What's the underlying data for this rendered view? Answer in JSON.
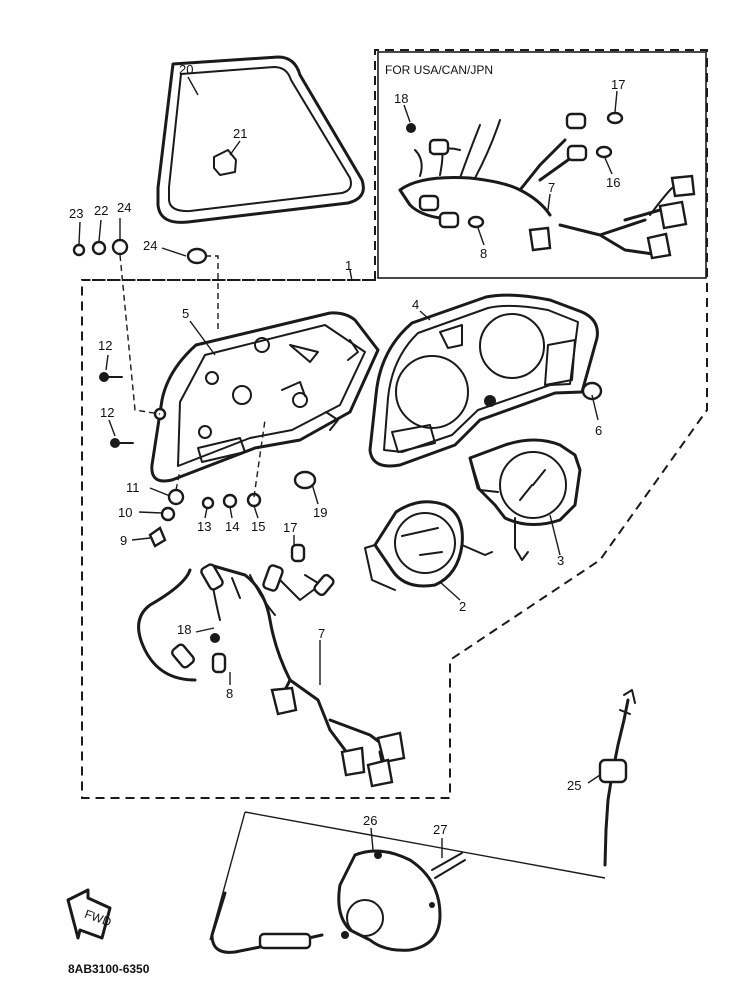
{
  "inset_label": "FOR USA/CAN/JPN",
  "drawing_code": "8AB3100-6350",
  "fwd_label": "FWD",
  "callouts": {
    "n1": "1",
    "n2": "2",
    "n3": "3",
    "n4": "4",
    "n5": "5",
    "n6": "6",
    "n7": "7",
    "n7_inset": "7",
    "n8": "8",
    "n8_inset": "8",
    "n9": "9",
    "n10": "10",
    "n11": "11",
    "n12a": "12",
    "n12b": "12",
    "n13": "13",
    "n14": "14",
    "n15": "15",
    "n16": "16",
    "n17": "17",
    "n17_inset": "17",
    "n18": "18",
    "n18_inset": "18",
    "n19": "19",
    "n20": "20",
    "n21": "21",
    "n22": "22",
    "n23": "23",
    "n24a": "24",
    "n24b": "24",
    "n25": "25",
    "n26": "26",
    "n27": "27"
  }
}
